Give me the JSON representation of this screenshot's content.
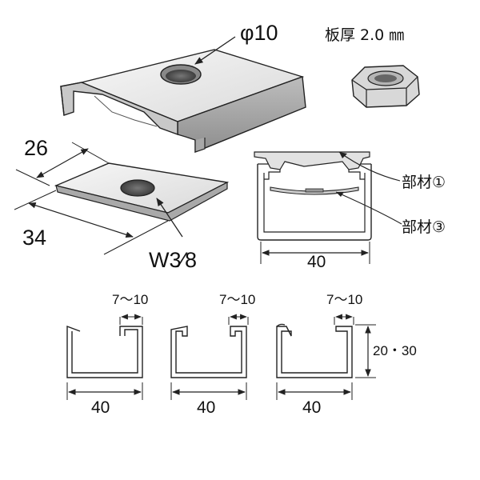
{
  "labels": {
    "phi_dim": "φ10",
    "thickness": "板厚 2.0 ㎜",
    "dim_26": "26",
    "dim_34": "34",
    "bolt_size": "W3⁄8",
    "part1": "部材①",
    "part3": "部材③",
    "channel_width_top": "40",
    "lip_gap_1": "7～10",
    "lip_gap_2": "7～10",
    "lip_gap_3": "7～10",
    "channel_height": "20・30",
    "width_1": "40",
    "width_2": "40",
    "width_3": "40"
  },
  "colors": {
    "line": "#222222",
    "metal_light": "#eeeeee",
    "metal_mid": "#cfcfcf",
    "metal_dark": "#9a9a9a"
  }
}
